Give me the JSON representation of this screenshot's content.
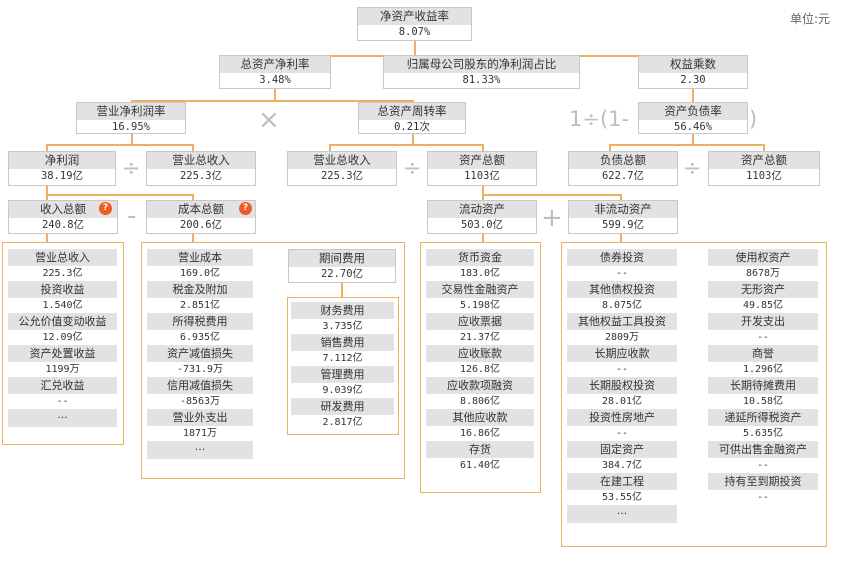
{
  "unit_label": "单位:元",
  "operators": {
    "times": "×",
    "divide": "÷",
    "minus": "-",
    "plus": "+",
    "one_minus_open": "1÷(1-",
    "close_paren": ")"
  },
  "question_mark": "?",
  "nodes": {
    "roe": {
      "title": "净资产收益率",
      "value": "8.07%"
    },
    "roa": {
      "title": "总资产净利率",
      "value": "3.48%"
    },
    "parent_share": {
      "title": "归属母公司股东的净利润占比",
      "value": "81.33%"
    },
    "equity_multiplier": {
      "title": "权益乘数",
      "value": "2.30"
    },
    "net_margin": {
      "title": "营业净利润率",
      "value": "16.95%"
    },
    "asset_turnover": {
      "title": "总资产周转率",
      "value": "0.21次"
    },
    "debt_ratio": {
      "title": "资产负债率",
      "value": "56.46%"
    },
    "net_profit": {
      "title": "净利润",
      "value": "38.19亿"
    },
    "revenue_a": {
      "title": "营业总收入",
      "value": "225.3亿"
    },
    "revenue_b": {
      "title": "营业总收入",
      "value": "225.3亿"
    },
    "total_assets_a": {
      "title": "资产总额",
      "value": "1103亿"
    },
    "total_liabilities": {
      "title": "负债总额",
      "value": "622.7亿"
    },
    "total_assets_b": {
      "title": "资产总额",
      "value": "1103亿"
    },
    "total_income": {
      "title": "收入总额",
      "value": "240.8亿"
    },
    "total_cost": {
      "title": "成本总额",
      "value": "200.6亿"
    },
    "current_assets": {
      "title": "流动资产",
      "value": "503.0亿"
    },
    "noncurrent_assets": {
      "title": "非流动资产",
      "value": "599.9亿"
    }
  },
  "income_items": [
    {
      "title": "营业总收入",
      "value": "225.3亿"
    },
    {
      "title": "投资收益",
      "value": "1.540亿"
    },
    {
      "title": "公允价值变动收益",
      "value": "12.09亿"
    },
    {
      "title": "资产处置收益",
      "value": "1199万"
    },
    {
      "title": "汇兑收益",
      "value": "--"
    }
  ],
  "cost_items": [
    {
      "title": "营业成本",
      "value": "169.0亿"
    },
    {
      "title": "税金及附加",
      "value": "2.851亿"
    },
    {
      "title": "所得税费用",
      "value": "6.935亿"
    },
    {
      "title": "资产减值损失",
      "value": "-731.9万"
    },
    {
      "title": "信用减值损失",
      "value": "-8563万"
    },
    {
      "title": "营业外支出",
      "value": "1871万"
    }
  ],
  "period_expense": {
    "title": "期间费用",
    "value": "22.70亿"
  },
  "period_items": [
    {
      "title": "财务费用",
      "value": "3.735亿"
    },
    {
      "title": "销售费用",
      "value": "7.112亿"
    },
    {
      "title": "管理费用",
      "value": "9.039亿"
    },
    {
      "title": "研发费用",
      "value": "2.817亿"
    }
  ],
  "current_items": [
    {
      "title": "货币资金",
      "value": "183.0亿"
    },
    {
      "title": "交易性金融资产",
      "value": "5.198亿"
    },
    {
      "title": "应收票据",
      "value": "21.37亿"
    },
    {
      "title": "应收账款",
      "value": "126.8亿"
    },
    {
      "title": "应收款项融资",
      "value": "8.806亿"
    },
    {
      "title": "其他应收款",
      "value": "16.86亿"
    },
    {
      "title": "存货",
      "value": "61.40亿"
    }
  ],
  "noncurrent_items_left": [
    {
      "title": "债券投资",
      "value": "--"
    },
    {
      "title": "其他债权投资",
      "value": "8.075亿"
    },
    {
      "title": "其他权益工具投资",
      "value": "2809万"
    },
    {
      "title": "长期应收款",
      "value": "--"
    },
    {
      "title": "长期股权投资",
      "value": "28.01亿"
    },
    {
      "title": "投资性房地产",
      "value": "--"
    },
    {
      "title": "固定资产",
      "value": "384.7亿"
    },
    {
      "title": "在建工程",
      "value": "53.55亿"
    }
  ],
  "noncurrent_items_right": [
    {
      "title": "使用权资产",
      "value": "8678万"
    },
    {
      "title": "无形资产",
      "value": "49.85亿"
    },
    {
      "title": "开发支出",
      "value": "--"
    },
    {
      "title": "商誉",
      "value": "1.296亿"
    },
    {
      "title": "长期待摊费用",
      "value": "10.58亿"
    },
    {
      "title": "递延所得税资产",
      "value": "5.635亿"
    },
    {
      "title": "可供出售金融资产",
      "value": "--"
    },
    {
      "title": "持有至到期投资",
      "value": "--"
    }
  ],
  "more_label": "···"
}
